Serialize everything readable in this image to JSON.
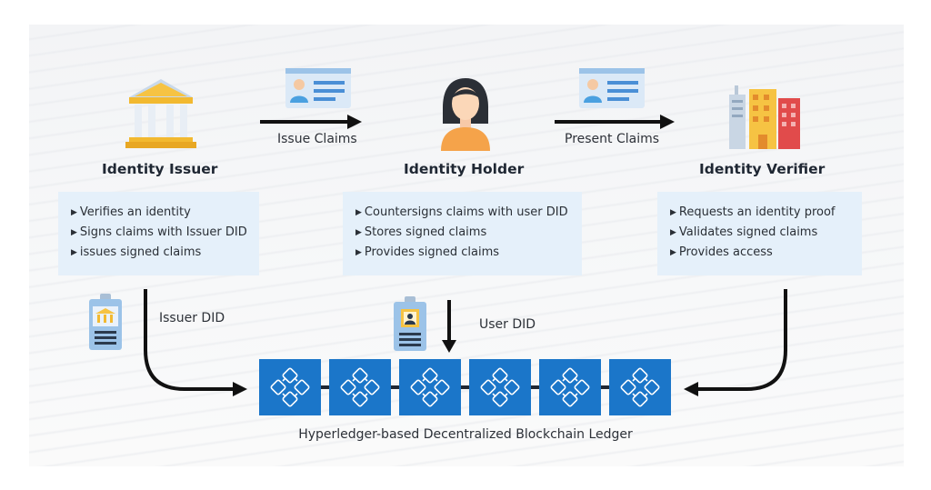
{
  "roles": {
    "issuer": {
      "title": "Identity Issuer",
      "icon": "bank-building-icon",
      "items": [
        "Verifies an identity",
        "Signs claims with Issuer DID",
        "issues signed claims"
      ]
    },
    "holder": {
      "title": "Identity Holder",
      "icon": "woman-avatar-icon",
      "items": [
        "Countersigns claims with user DID",
        "Stores signed claims",
        "Provides signed claims"
      ]
    },
    "verifier": {
      "title": "Identity Verifier",
      "icon": "office-buildings-icon",
      "items": [
        "Requests an identity proof",
        "Validates signed claims",
        "Provides access"
      ]
    }
  },
  "flows": {
    "issue_claims": "Issue Claims",
    "present_claims": "Present Claims",
    "issuer_did": "Issuer DID",
    "user_did": "User DID"
  },
  "ledger": {
    "label": "Hyperledger-based Decentralized Blockchain Ledger",
    "block_count": 6,
    "block_icon": "network-nodes-icon"
  },
  "colors": {
    "block_blue": "#1b76c9",
    "box_blue": "#e5f0fa",
    "arrow": "#111111"
  }
}
